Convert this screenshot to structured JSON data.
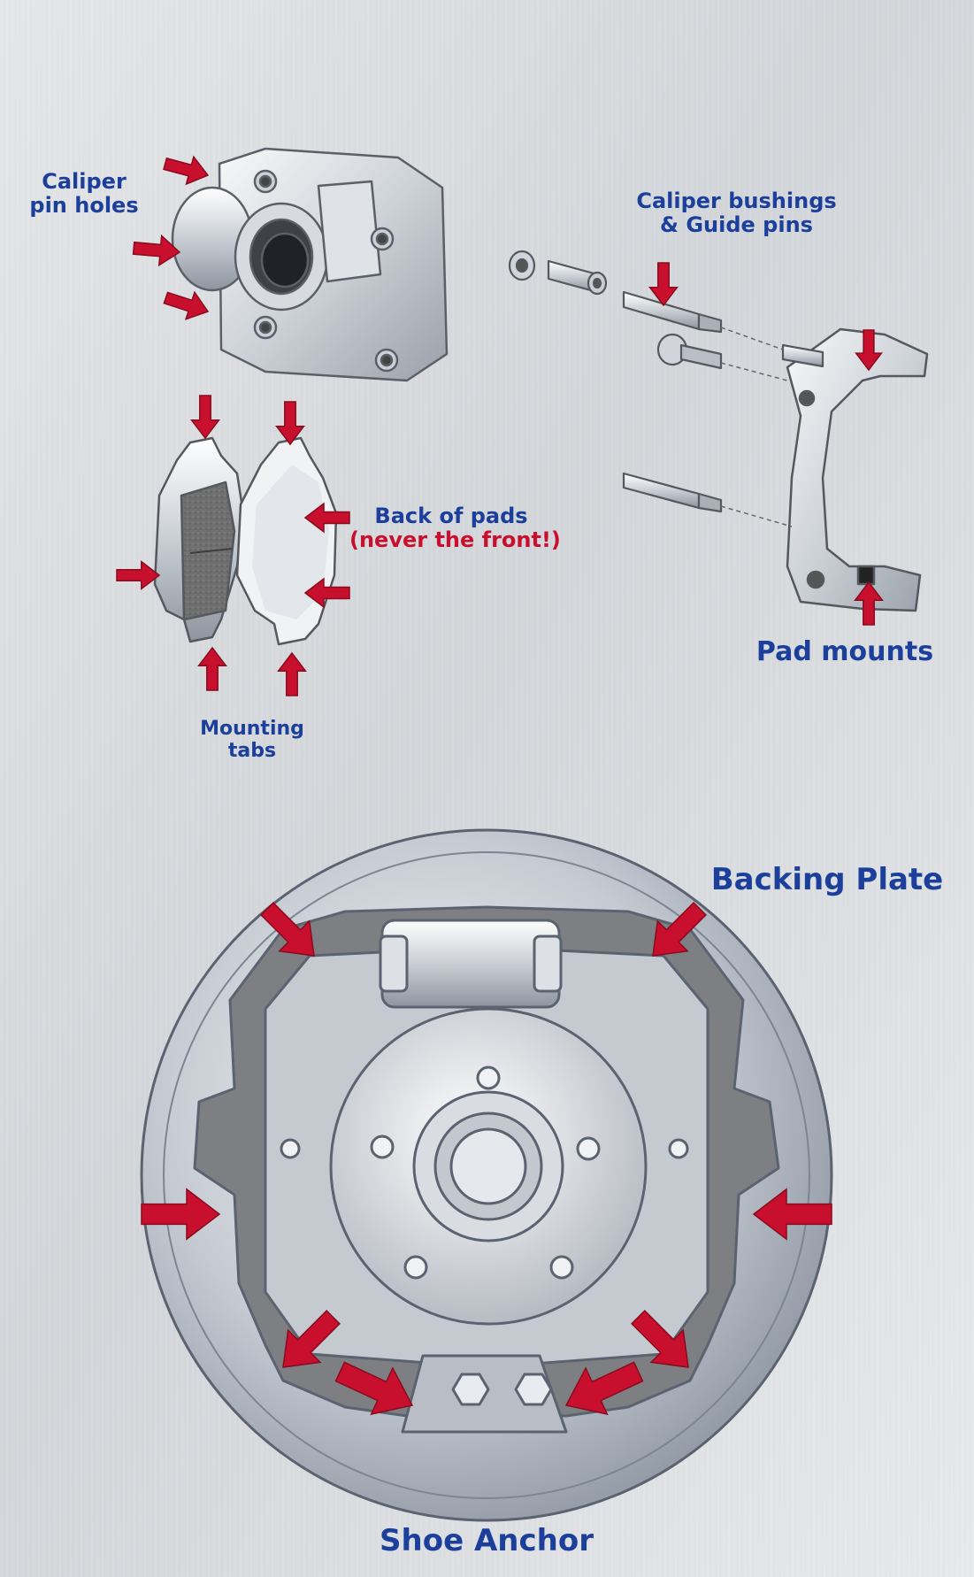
{
  "labels": {
    "caliper_pin_holes": [
      "Caliper",
      "pin holes"
    ],
    "caliper_bushings": [
      "Caliper bushings",
      "& Guide pins"
    ],
    "back_of_pads": "Back of pads",
    "never_front": "(never the front!)",
    "pad_mounts": "Pad mounts",
    "mounting_tabs": [
      "Mounting",
      "tabs"
    ],
    "backing_plate": "Backing Plate",
    "shoe_anchor": "Shoe Anchor"
  },
  "colors": {
    "label_blue": "#1b3f9a",
    "warning_red": "#c8102e",
    "arrow_red": "#c8102e",
    "metal_light": "#e9ecef",
    "metal_mid": "#c3c8cf",
    "metal_dark": "#8b929b",
    "pad_friction": "#6c6c6c",
    "background": "#d7dadd"
  }
}
